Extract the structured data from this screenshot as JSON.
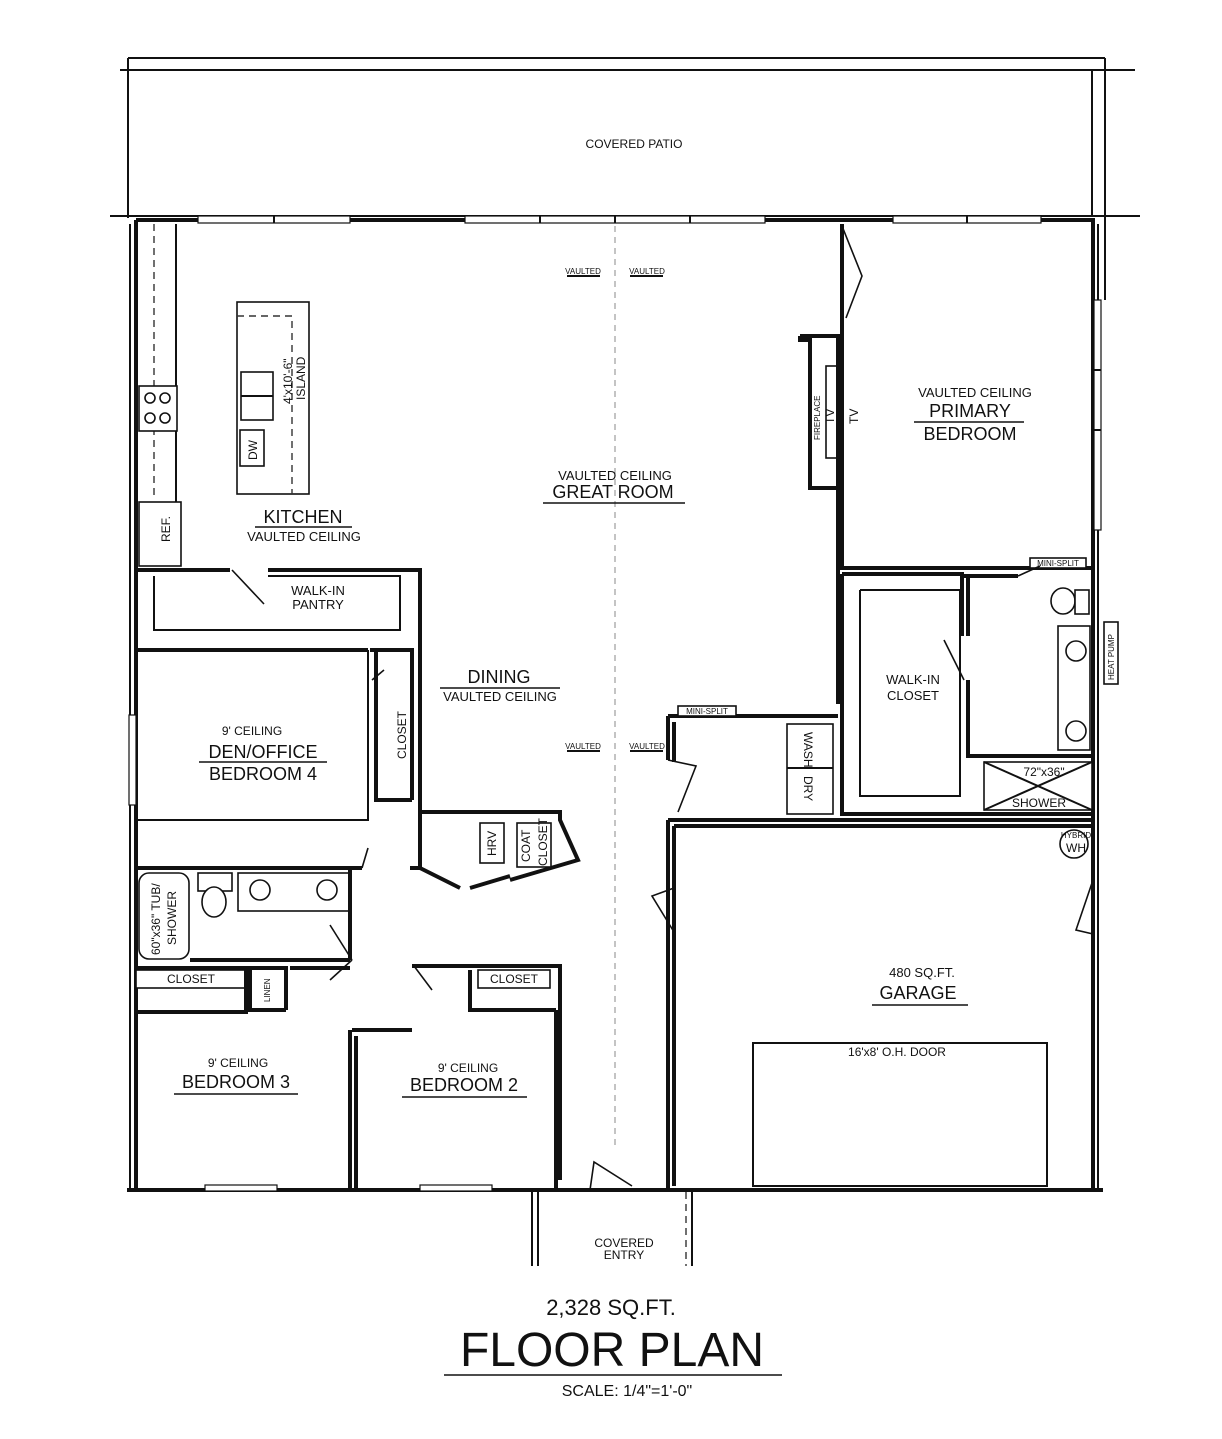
{
  "rooms": {
    "covered_patio": "COVERED PATIO",
    "kitchen": "KITCHEN",
    "kitchen_ceiling": "VAULTED CEILING",
    "island_dims": "4'x10'-6\"",
    "island": "ISLAND",
    "dw": "DW",
    "ref": "REF.",
    "great_room_ceiling": "VAULTED CEILING",
    "great_room": "GREAT ROOM",
    "vaulted_tag": "VAULTED",
    "fireplace": "FIREPLACE",
    "tv": "TV",
    "primary_ceiling": "VAULTED CEILING",
    "primary_line1": "PRIMARY",
    "primary_line2": "BEDROOM",
    "mini_split": "MINI-SPLIT",
    "heat_pump": "HEAT PUMP",
    "walkin_pantry_1": "WALK-IN",
    "walkin_pantry_2": "PANTRY",
    "dining": "DINING",
    "dining_ceiling": "VAULTED CEILING",
    "walkin_closet_1": "WALK-IN",
    "walkin_closet_2": "CLOSET",
    "wash": "WASH",
    "dry": "DRY",
    "shower_dims": "72\"x36\"",
    "shower": "SHOWER",
    "den_ceiling": "9' CEILING",
    "den_line1": "DEN/OFFICE",
    "den_line2": "BEDROOM 4",
    "closet": "CLOSET",
    "hrv": "HRV",
    "coat": "COAT",
    "hybrid": "HYBRID",
    "wh": "WH",
    "tub_dims": "60\"x36\" TUB/",
    "tub_shower": "SHOWER",
    "linen": "LINEN",
    "bed3_ceiling": "9' CEILING",
    "bed3": "BEDROOM 3",
    "bed2_ceiling": "9' CEILING",
    "bed2": "BEDROOM 2",
    "garage_sqft": "480  SQ.FT.",
    "garage": "GARAGE",
    "garage_door": "16'x8' O.H. DOOR",
    "covered_entry_1": "COVERED",
    "covered_entry_2": "ENTRY"
  },
  "footer": {
    "sqft": "2,328  SQ.FT.",
    "title": "FLOOR PLAN",
    "scale": "SCALE: 1/4\"=1'-0\""
  }
}
